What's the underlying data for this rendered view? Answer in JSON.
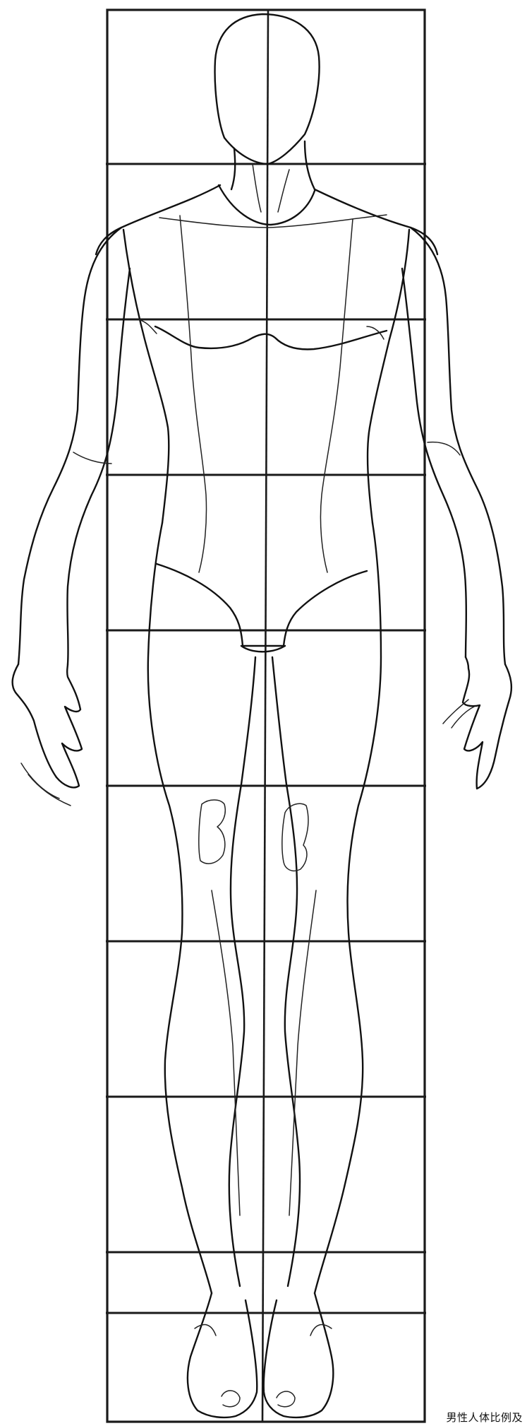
{
  "drawing": {
    "subject": "male-figure-proportion-sketch",
    "head_count_units": 9,
    "line_color": "#111111",
    "background_color": "#ffffff"
  },
  "caption": {
    "text": "男性人体比例及"
  }
}
